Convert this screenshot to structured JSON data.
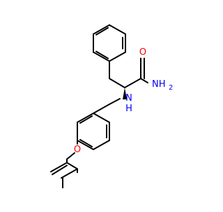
{
  "structure": {
    "atom_labels": {
      "carbonyl_oxygen": "O",
      "amide_nitrogen": "NH",
      "amide_hydrogen_count": "2",
      "amine_nitrogen": "N",
      "amine_hydrogen": "H",
      "ether_oxygen": "O"
    },
    "colors": {
      "oxygen": "#ff0000",
      "nitrogen": "#0000ff",
      "bond": "#000000",
      "background": "#ffffff"
    }
  }
}
